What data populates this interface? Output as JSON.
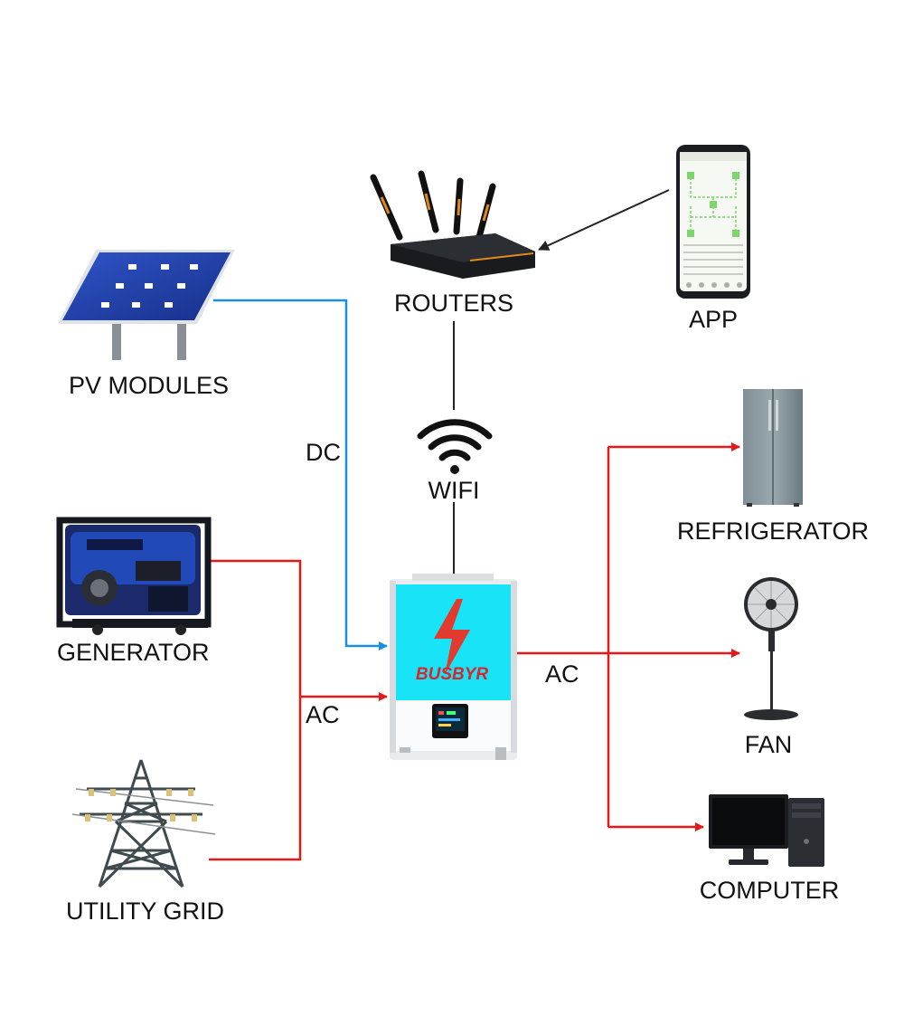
{
  "nodes": {
    "pv": {
      "label": "PV MODULES"
    },
    "generator": {
      "label": "GENERATOR"
    },
    "grid": {
      "label": "UTILITY GRID"
    },
    "router": {
      "label": "ROUTERS"
    },
    "app": {
      "label": "APP"
    },
    "inverter": {
      "brand": "BUSBYR"
    },
    "refrigerator": {
      "label": "REFRIGERATOR"
    },
    "fan": {
      "label": "FAN"
    },
    "computer": {
      "label": "COMPUTER"
    }
  },
  "connections": {
    "dc": {
      "label": "DC"
    },
    "wifi": {
      "label": "WIFI"
    },
    "ac_in": {
      "label": "AC"
    },
    "ac_out": {
      "label": "AC"
    }
  },
  "colors": {
    "dc_line": "#1a8fe0",
    "ac_line": "#e61919",
    "data_line": "#222222",
    "inverter_top": "#18e3f7"
  }
}
